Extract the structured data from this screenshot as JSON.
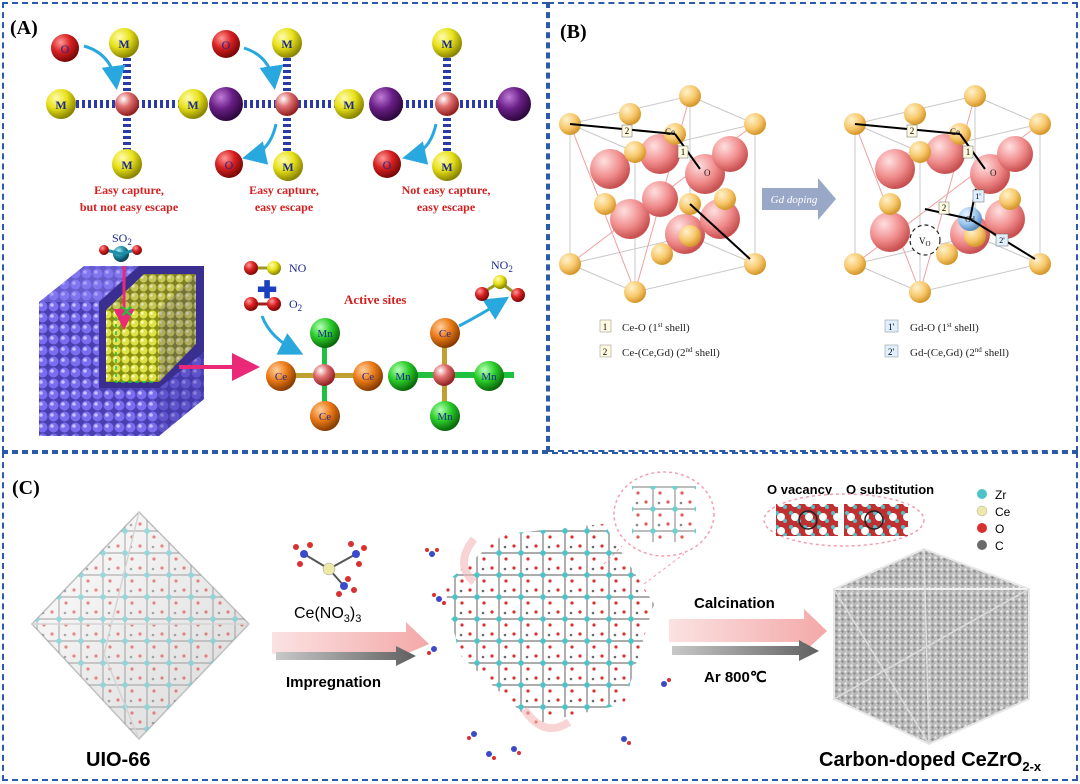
{
  "panel_a": {
    "label": "(A)",
    "o_symbol": "O",
    "m_symbol": "M",
    "captions": [
      [
        "Easy capture,",
        "but not easy escape"
      ],
      [
        "Easy capture,",
        "easy escape"
      ],
      [
        "Not easy capture,",
        "easy escape"
      ]
    ],
    "so2": "SO",
    "so2_sub": "2",
    "no": "NO",
    "o2": "O",
    "o2_sub": "2",
    "no2": "NO",
    "no2_sub": "2",
    "active_sites": "Active sites",
    "ce": "Ce",
    "mn": "Mn",
    "colors": {
      "o": "#d92020",
      "m": "#e8e21a",
      "purple": "#6a1f86",
      "center": "#d03030",
      "ce": "#ec7c18",
      "mn": "#2ccf2c",
      "cube": "#6a5bd8",
      "inner": "#d9df3c",
      "arrow": "#29a8df",
      "caption": "#d42020",
      "pink_arrow": "#ea2a78"
    }
  },
  "panel_b": {
    "label": "(B)",
    "ce_label": "Ce",
    "o_label": "O",
    "gd_label": "Gd",
    "vo_label": "V",
    "vo_sub": "O",
    "arrow_text": "Gd doping",
    "marker_1": "1",
    "marker_2": "2",
    "marker_1p": "1'",
    "marker_2p": "2'",
    "legend": [
      {
        "num": "1",
        "text": "Ce-O (1",
        "sup": "st",
        "after": " shell)"
      },
      {
        "num": "2",
        "text": "Ce-(Ce,Gd) (2",
        "sup": "nd",
        "after": " shell)"
      },
      {
        "num": "1'",
        "text": "Gd-O (1",
        "sup": "st",
        "after": " shell)"
      },
      {
        "num": "2'",
        "text": "Gd-(Ce,Gd) (2",
        "sup": "nd",
        "after": " shell)"
      }
    ],
    "colors": {
      "ce": "#f7c76a",
      "o": "#f08b8b",
      "gd": "#9cc6ee",
      "arrow": "#9aa8c8"
    }
  },
  "panel_c": {
    "label": "(C)",
    "uio": "UIO-66",
    "ce_no3": "Ce(NO",
    "ce_no3_sub": "3",
    "ce_no3_close": ")",
    "ce_no3_sub2": "3",
    "impregnation": "Impregnation",
    "calcination": "Calcination",
    "ar": "Ar 800℃",
    "o_vacancy": "O vacancy",
    "o_substitution": "O substitution",
    "product": "Carbon-doped CeZrO",
    "product_sub": "2-x",
    "legend": [
      {
        "label": "Zr",
        "color": "#4cc3c8"
      },
      {
        "label": "Ce",
        "color": "#ede9a8"
      },
      {
        "label": "O",
        "color": "#d83030"
      },
      {
        "label": "C",
        "color": "#6a6a6a"
      }
    ]
  }
}
